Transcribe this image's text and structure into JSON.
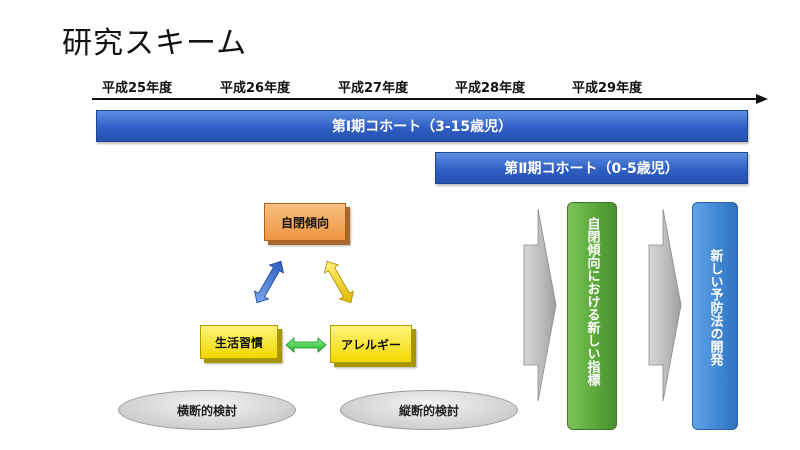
{
  "title": "研究スキーム",
  "timeline": {
    "years": [
      "平成25年度",
      "平成26年度",
      "平成27年度",
      "平成28年度",
      "平成29年度"
    ]
  },
  "cohorts": {
    "cohort1": "第Ⅰ期コホート（3-15歳児）",
    "cohort2": "第Ⅱ期コホート（0-5歳児）"
  },
  "factors": {
    "autism": "自閉傾向",
    "lifestyle": "生活習慣",
    "allergy": "アレルギー"
  },
  "studies": {
    "cross_sectional": "横断的検討",
    "longitudinal": "縦断的検討"
  },
  "outcomes": {
    "new_indicator": "自閉傾向における新しい指標",
    "new_prevention": "新しい予防法の開発"
  },
  "colors": {
    "blue_bar": "#2f5fc4",
    "orange_box": "#f0a050",
    "yellow_box": "#f5e020",
    "green_bar": "#6bb54a",
    "blue_vbar": "#4a90d9"
  }
}
